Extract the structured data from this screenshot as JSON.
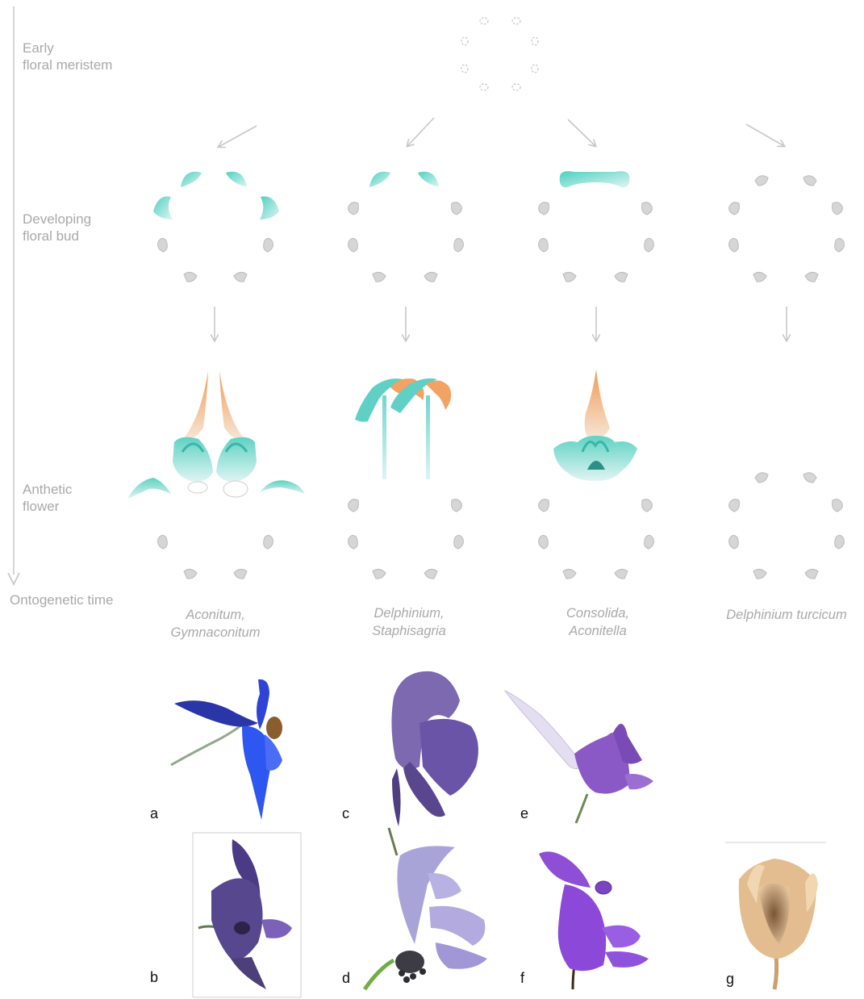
{
  "stage_labels": {
    "early": [
      "Early",
      "floral meristem"
    ],
    "developing": [
      "Developing",
      "floral bud"
    ],
    "anthetic": [
      "Anthetic",
      "flower"
    ],
    "time_axis": "Ontogenetic time"
  },
  "taxa": {
    "aconitum": [
      "Aconitum,",
      "Gymnaconitum"
    ],
    "delphinium": [
      "Delphinium,",
      "Staphisagria"
    ],
    "consolida": [
      "Consolida,",
      "Aconitella"
    ],
    "turcicum": [
      "Delphinium turcicum"
    ]
  },
  "panel_letters": {
    "a": "a",
    "b": "b",
    "c": "c",
    "d": "d",
    "e": "e",
    "f": "f",
    "g": "g"
  },
  "colors": {
    "grey_organ": "#d4d4d4",
    "grey_outline": "#bdbdbd",
    "teal": "#5fd3c4",
    "teal_light": "#cdeeea",
    "orange": "#f2a262",
    "arrow": "#c8c8c8",
    "label": "#a9a9a9"
  },
  "icons": {
    "time_axis": "down-arrow-line",
    "stage_transition": "arrow",
    "flower_photos": [
      "blue-delphinium-photo",
      "purple-aconitum-photo",
      "hooded-aconitum-photo",
      "lavender-delphinium-photo",
      "spurred-consolida-photo",
      "purple-staphisagria-photo",
      "dried-flower-photo"
    ]
  }
}
